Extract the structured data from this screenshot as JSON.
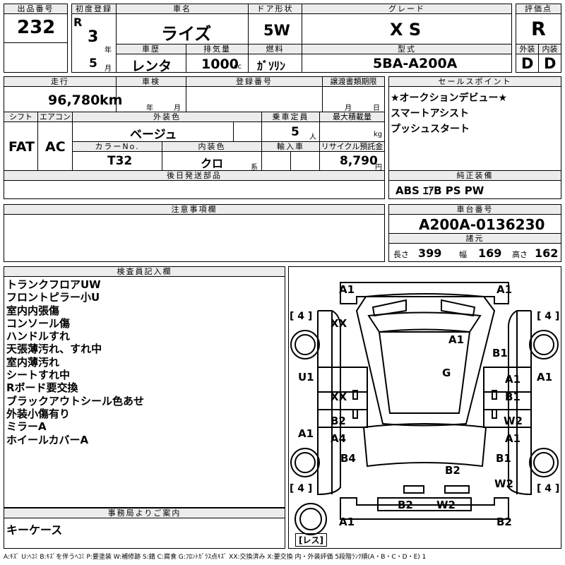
{
  "header": {
    "lot_no_label": "出品番号",
    "lot_no": "232",
    "first_reg_label": "初度登録",
    "era": "R",
    "year": "3",
    "year_unit": "年",
    "month": "5",
    "month_unit": "月",
    "car_name_label": "車名",
    "car_name": "ライズ",
    "history_label": "車歴",
    "history": "レンタ",
    "displacement_label": "排気量",
    "displacement": "1000",
    "displacement_unit": "cc",
    "doors_label": "ドア形状",
    "doors": "5W",
    "fuel_label": "燃料",
    "fuel": "ｶﾞｿﾘﾝ",
    "grade_label": "グレード",
    "grade": "X S",
    "model_label": "型式",
    "model": "5BA-A200A",
    "score_label": "評価点",
    "score": "R",
    "ext_label": "外装",
    "ext": "D",
    "int_label": "内装",
    "int": "D"
  },
  "row2": {
    "mileage_label": "走行",
    "mileage": "96,780",
    "mileage_unit": "km",
    "inspection_label": "車検",
    "insp_year": "年",
    "insp_month": "月",
    "regno_label": "登録番号",
    "transfer_label": "譲渡書類期限",
    "tr_month": "月",
    "tr_day": "日",
    "shift_label": "シフト",
    "shift": "FAT",
    "ac_label": "エアコン",
    "ac": "AC",
    "color_label": "外装色",
    "color": "ベージュ",
    "capacity_label": "乗車定員",
    "capacity": "5",
    "capacity_unit": "人",
    "load_label": "最大積載量",
    "load_unit": "kg",
    "colorno_label": "カラーNo.",
    "colorno": "T32",
    "intcolor_label": "内装色",
    "intcolor": "クロ",
    "intcolor_unit": "系",
    "import_label": "輸入車",
    "recycle_label": "リサイクル預託金",
    "recycle": "8,790",
    "recycle_unit": "円"
  },
  "sales_points": {
    "label": "セールスポイント",
    "items": [
      "★オークションデビュー★",
      "スマートアシスト",
      "プッシュスタート"
    ]
  },
  "later_parts": {
    "label": "後日発送部品"
  },
  "genuine": {
    "label": "純正装備",
    "value": "ABS ｴｱB PS PW"
  },
  "notes": {
    "label": "注意事項欄"
  },
  "chassis": {
    "label": "車台番号",
    "value": "A200A-0136230"
  },
  "specs": {
    "label": "諸元",
    "len_label": "長さ",
    "len": "399",
    "wid_label": "幅",
    "wid": "169",
    "hgt_label": "高さ",
    "hgt": "162"
  },
  "inspector": {
    "label": "検査員記入欄",
    "items": [
      "トランクフロアUW",
      "フロントピラー小U",
      "室内内張傷",
      "コンソール傷",
      "ハンドルすれ",
      "天張薄汚れ、すれ中",
      "室内薄汚れ",
      "シートすれ中",
      "Rボード要交換",
      "ブラックアウトシール色あせ",
      "外装小傷有り",
      "ミラーA",
      "ホイールカバーA"
    ]
  },
  "office": {
    "label": "事務局よりご案内",
    "value": "キーケース"
  },
  "diagram": {
    "tire_fl": "4",
    "tire_fr": "4",
    "tire_rl": "4",
    "tire_rr": "4",
    "spare": "レス",
    "marks": {
      "a1_topleft": "A1",
      "a1_topright": "A1",
      "xx_hood": "XX",
      "a1_windshield": "A1",
      "b1_fr_fender": "B1",
      "u1_left": "U1",
      "g_roof": "G",
      "a1_right_edge": "A1",
      "a1_fr_door": "A1",
      "xx_fl_door": "XX",
      "b1_fr_door": "B1",
      "b2_rl_door": "B2",
      "w2_rr_door": "W2",
      "a1_left_low": "A1",
      "a4_rl": "A4",
      "a1_rr": "A1",
      "b4_rl_qtr": "B4",
      "b1_rr_qtr": "B1",
      "b2_rear": "B2",
      "w2_rear_right": "W2",
      "b2_bumper": "B2",
      "w2_bumper": "W2",
      "a1_bottomleft": "A1",
      "b2_bottomright": "B2"
    }
  },
  "legend": "A:ｷｽﾞ U:ﾍｺﾐ B:ｷｽﾞを伴うﾍｺﾐ P:要塗装 W:補修跡 S:錆 C:腐食 G:ﾌﾛﾝﾄｶﾞﾗｽ点ｷｽﾞ XX:交換済み X:要交換 内・外装評価 5段階ﾗﾝｸ順(A・B・C・D・E) 1"
}
